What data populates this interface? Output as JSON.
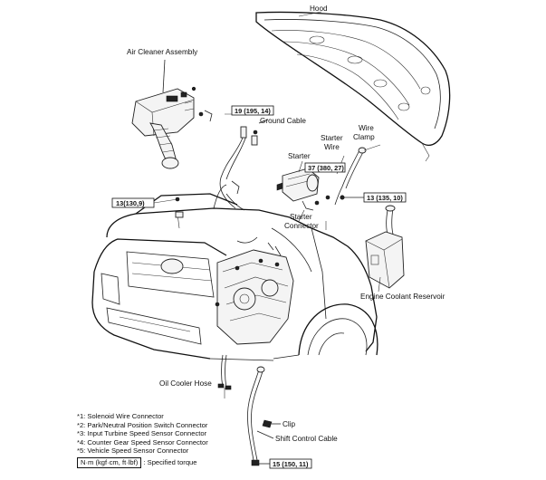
{
  "labels": {
    "hood": "Hood",
    "air_cleaner": "Air Cleaner Assembly",
    "ground_cable": "Ground Cable",
    "wire_clamp_line1": "Wire",
    "wire_clamp_line2": "Clamp",
    "starter_wire_line1": "Starter",
    "starter_wire_line2": "Wire",
    "starter": "Starter",
    "starter_connector_line1": "Starter",
    "starter_connector_line2": "Connector",
    "engine_coolant_reservoir": "Engine Coolant Reservoir",
    "oil_cooler_hose": "Oil Cooler Hose",
    "clip": "Clip",
    "shift_control_cable": "Shift Control Cable"
  },
  "torque_boxes": {
    "t1": "19 (195, 14)",
    "t2": "37 (380, 27)",
    "t3": "13 (135, 10)",
    "t4": "13(130,9)",
    "t5": "15 (150, 11)"
  },
  "notes": [
    "*1: Solenoid Wire Connector",
    "*2: Park/Neutral Position Switch Connector",
    "*3: Input Turbine Speed Sensor Connector",
    "*4: Counter Gear Speed Sensor Connector",
    "*5: Vehicle Speed Sensor Connector"
  ],
  "legend": {
    "unit": "N·m (kgf·cm, ft·lbf)",
    "desc": ": Specified torque"
  }
}
